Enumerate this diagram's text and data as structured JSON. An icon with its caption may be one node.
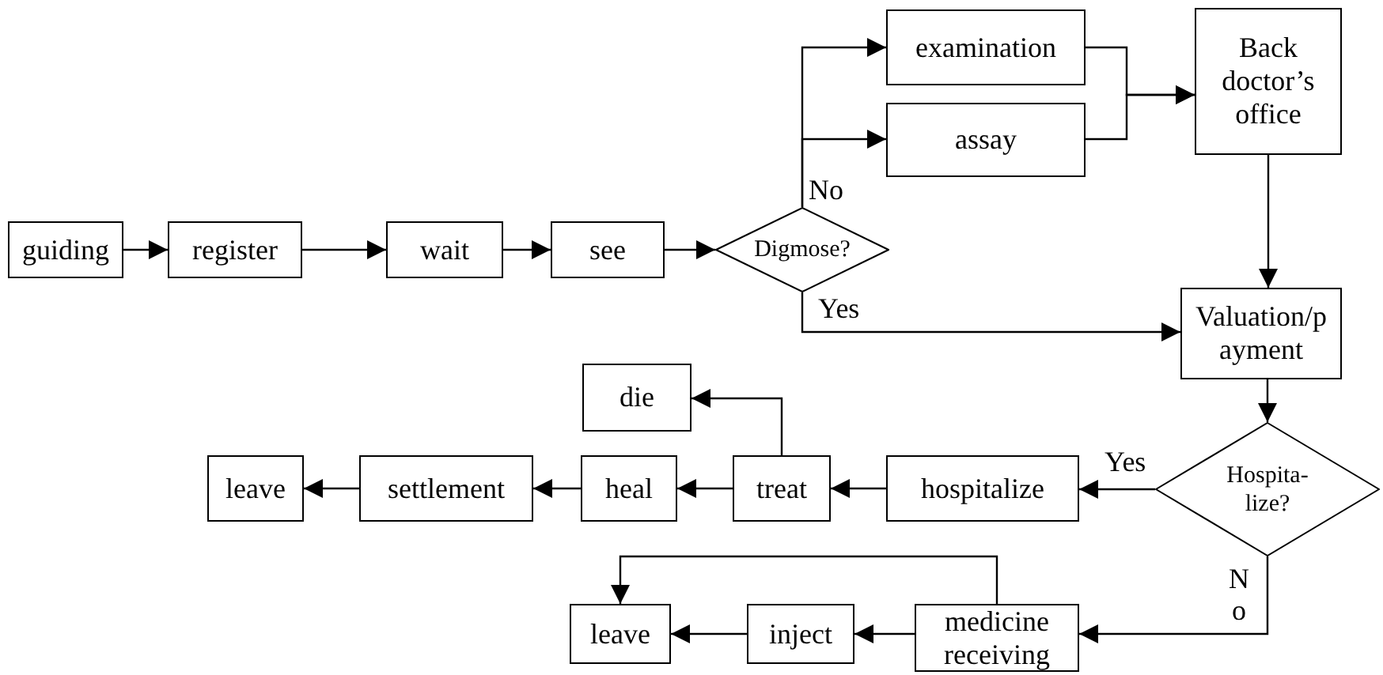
{
  "diagram": {
    "nodes": [
      {
        "text": [
          "guiding"
        ]
      },
      {
        "text": [
          "register"
        ]
      },
      {
        "text": [
          "wait"
        ]
      },
      {
        "text": [
          "see"
        ]
      },
      {
        "text": [
          "Digmose?"
        ]
      },
      {
        "text": [
          "examination"
        ]
      },
      {
        "text": [
          "assay"
        ]
      },
      {
        "text": [
          "Back doctor’s office"
        ]
      },
      {
        "text": [
          "Valuation/p ayment"
        ]
      },
      {
        "text": [
          "Hospita- lize?"
        ]
      },
      {
        "text": [
          "hospitalize"
        ]
      },
      {
        "text": [
          "treat"
        ]
      },
      {
        "text": [
          "heal"
        ]
      },
      {
        "text": [
          "settlement"
        ]
      },
      {
        "text": [
          "leave"
        ]
      },
      {
        "text": [
          "die"
        ]
      },
      {
        "text": [
          "medicine receiving"
        ]
      },
      {
        "text": [
          "inject"
        ]
      },
      {
        "text": [
          "leave"
        ]
      }
    ],
    "edges": [
      {
        "from": 0,
        "to": 1,
        "arrow": "to"
      },
      {
        "from": 1,
        "to": 2,
        "arrow": "to"
      },
      {
        "from": 2,
        "to": 3,
        "arrow": "to"
      },
      {
        "from": 3,
        "to": 4,
        "arrow": "to"
      },
      {
        "from": 4,
        "to": 5,
        "arrow": "to",
        "label": "No"
      },
      {
        "from": 4,
        "to": 6,
        "arrow": "to"
      },
      {
        "from": 4,
        "to": 8,
        "arrow": "to",
        "label": "Yes"
      },
      {
        "from": 5,
        "to": 7,
        "arrow": "to"
      },
      {
        "from": 6,
        "to": 7,
        "arrow": "to"
      },
      {
        "from": 7,
        "to": 8,
        "arrow": "to"
      },
      {
        "from": 8,
        "to": 9,
        "arrow": "to"
      },
      {
        "from": 9,
        "to": 10,
        "arrow": "to",
        "label": "Yes"
      },
      {
        "from": 10,
        "to": 11,
        "arrow": "to"
      },
      {
        "from": 11,
        "to": 12,
        "arrow": "to"
      },
      {
        "from": 11,
        "to": 15,
        "arrow": "to"
      },
      {
        "from": 12,
        "to": 13,
        "arrow": "to"
      },
      {
        "from": 13,
        "to": 14,
        "arrow": "to"
      },
      {
        "from": 9,
        "to": 16,
        "arrow": "to",
        "label": "No"
      },
      {
        "from": 16,
        "to": 17,
        "arrow": "to"
      },
      {
        "from": 17,
        "to": 18,
        "arrow": "to"
      },
      {
        "from": 16,
        "to": 18,
        "arrow": "to"
      }
    ]
  }
}
